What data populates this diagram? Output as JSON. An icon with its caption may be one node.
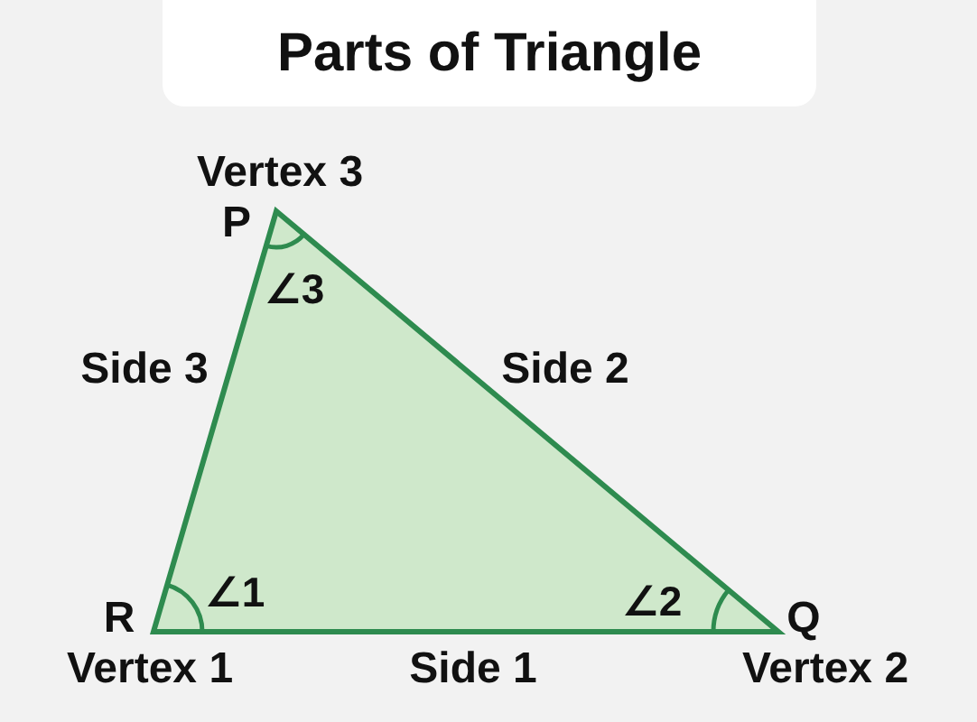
{
  "diagram": {
    "title": "Parts of Triangle",
    "labels": [
      "Vertex 3",
      "P",
      "∠3",
      "Side 3",
      "Side 2",
      "R",
      "∠1",
      "∠2",
      "Q",
      "Vertex 1",
      "Side 1",
      "Vertex 2"
    ]
  }
}
